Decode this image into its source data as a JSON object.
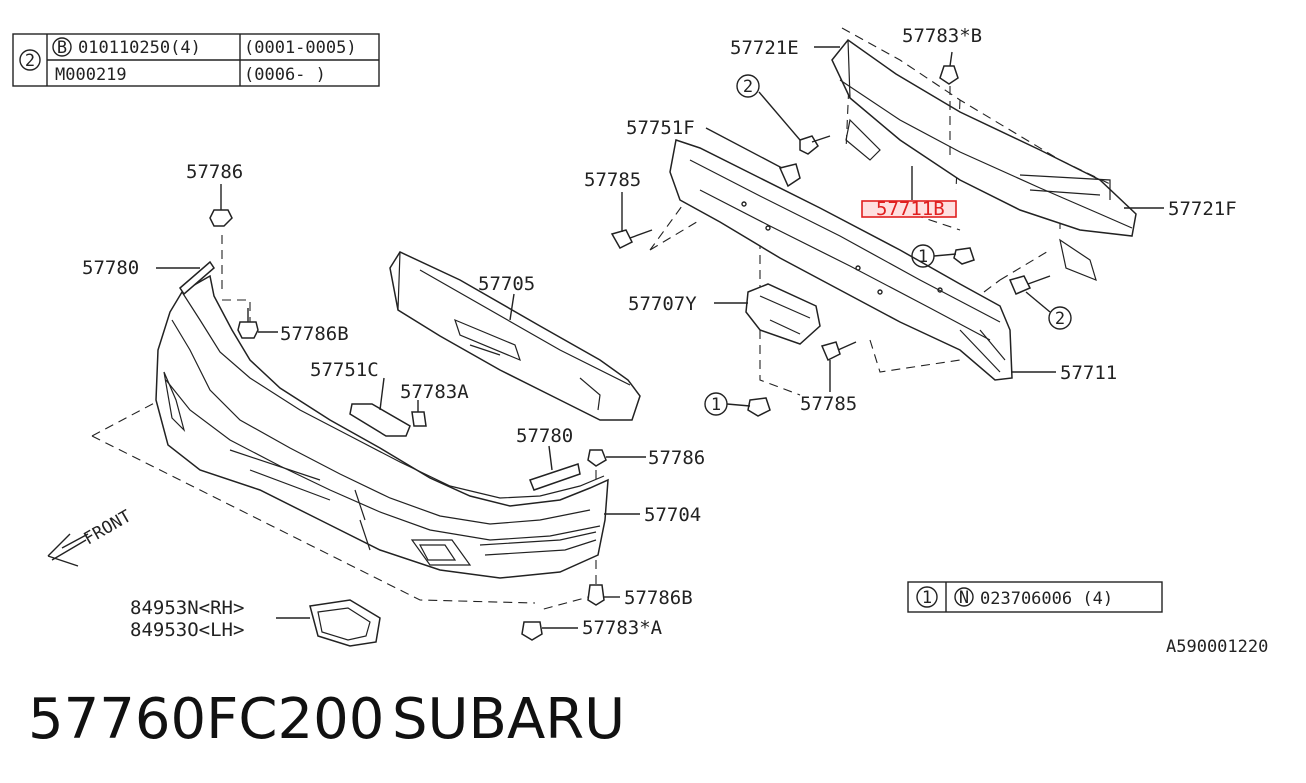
{
  "legend_top": {
    "key": "2",
    "rows": [
      {
        "prefix": "B",
        "part": "010110250(4)",
        "range": "(0001-0005)"
      },
      {
        "prefix": "",
        "part": "M000219",
        "range": "(0006-     )"
      }
    ]
  },
  "legend_bottom": {
    "key": "1",
    "prefix": "N",
    "part": "023706006 (4)"
  },
  "labels": {
    "l57786_top": "57786",
    "l57780_left": "57780",
    "l57786B_left": "57786B",
    "l57705": "57705",
    "l57751C": "57751C",
    "l57783A": "57783A",
    "l57780_right": "57780",
    "l57786_right": "57786",
    "l57704": "57704",
    "l57786B_bottom": "57786B",
    "l57783xA": "57783*A",
    "l84953N": "84953N<RH>",
    "l84953O": "84953O<LH>",
    "front": "FRONT",
    "l57721E": "57721E",
    "l57783xB": "57783*B",
    "l57751F": "57751F",
    "l57785_top": "57785",
    "l57711B": "57711B",
    "l57721F": "57721F",
    "l57707Y": "57707Y",
    "l57785_bottom": "57785",
    "l57711": "57711",
    "circle1_upper": "1",
    "circle1_lower": "1",
    "circle2_upper": "2",
    "circle2_lower": "2"
  },
  "diagram_id": "A590001220",
  "footer": {
    "part_number": "57760FC200",
    "brand": "SUBARU"
  },
  "colors": {
    "ink": "#222222",
    "highlight": "#e02020"
  }
}
